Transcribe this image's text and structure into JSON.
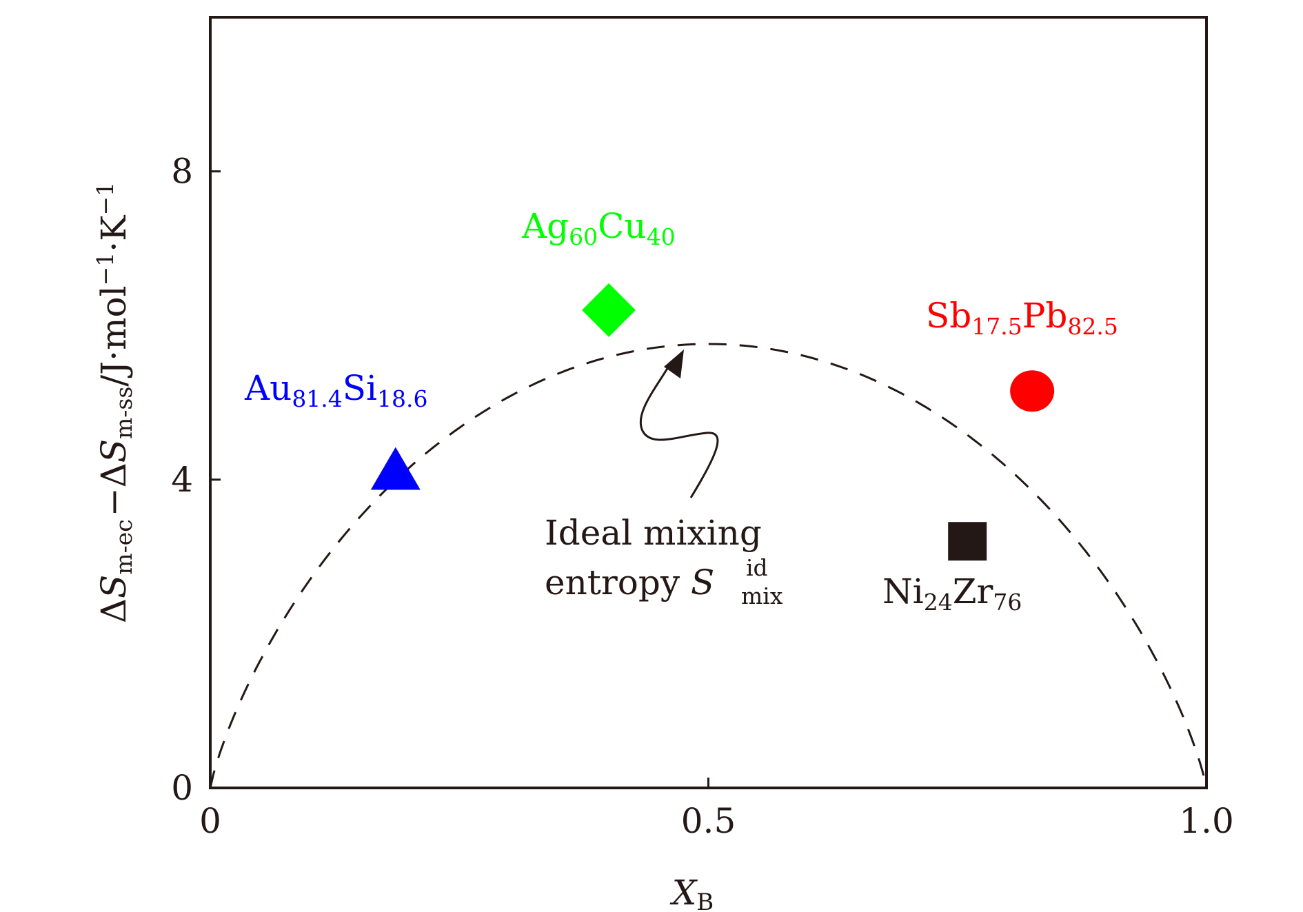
{
  "chart_data": {
    "type": "scatter",
    "xlabel": {
      "main": "X",
      "sub": "B"
    },
    "ylabel": {
      "d1": "Δ",
      "s1": "S",
      "sub1": "m-ec",
      "minus": "−",
      "d2": "Δ",
      "s2": "S",
      "sub2": "m-ss",
      "unit": "/J·mol",
      "sup1": "−1",
      "dot": "·K",
      "sup2": "−1"
    },
    "xlim": [
      0,
      1.0
    ],
    "ylim": [
      0,
      10
    ],
    "xticks": [
      {
        "value": 0,
        "label": "0"
      },
      {
        "value": 0.5,
        "label": "0.5"
      },
      {
        "value": 1.0,
        "label": "1.0"
      }
    ],
    "yticks": [
      {
        "value": 0,
        "label": "0"
      },
      {
        "value": 4,
        "label": "4"
      },
      {
        "value": 8,
        "label": "8"
      }
    ],
    "grid": false,
    "series": [
      {
        "marker": "triangle",
        "color": "#0000ff",
        "x": 0.186,
        "y": 4.1,
        "label": {
          "base": "Au",
          "sub1": "81.4",
          "base2": "Si",
          "sub2": "18.6"
        }
      },
      {
        "marker": "diamond",
        "color": "#00ff00",
        "x": 0.4,
        "y": 6.2,
        "label": {
          "base": "Ag",
          "sub1": "60",
          "base2": "Cu",
          "sub2": "40"
        }
      },
      {
        "marker": "circle",
        "color": "#ff0000",
        "x": 0.825,
        "y": 5.15,
        "label": {
          "base": "Sb",
          "sub1": "17.5",
          "base2": "Pb",
          "sub2": "82.5"
        }
      },
      {
        "marker": "square",
        "color": "#231815",
        "x": 0.76,
        "y": 3.2,
        "label": {
          "base": "Ni",
          "sub1": "24",
          "base2": "Zr",
          "sub2": "76"
        }
      }
    ],
    "curve": {
      "style": "dashed",
      "color": "#231815",
      "peak_y": 5.76,
      "annotation": {
        "line1": "Ideal mixing",
        "line2_text": "entropy ",
        "symbol": "S",
        "sup": "id",
        "sub": "mix"
      }
    }
  }
}
